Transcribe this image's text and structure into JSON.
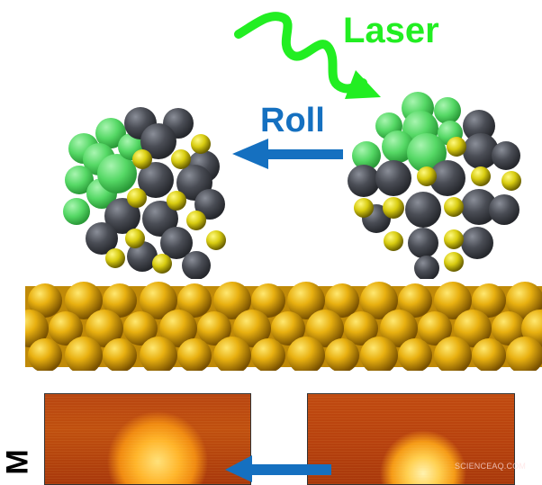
{
  "figure": {
    "labels": {
      "laser": "Laser",
      "roll": "Roll",
      "stm_axis_letter": "M"
    },
    "watermark": "SCIENCEAQ.COM",
    "colors": {
      "laser_green": "#22ee22",
      "roll_blue": "#1570c0",
      "gold_atom": "#e8b010",
      "dark_atom": "#4a4d55",
      "sulfur_atom": "#d8cc10",
      "ligand_green": "#55d865",
      "stm_dark": "#a8380b",
      "stm_bright": "#ffe27a"
    },
    "elements": {
      "laser_wave": "wavy-arrow-pointing-down-right",
      "roll_arrow": "arrow-pointing-left",
      "stm_arrow": "arrow-pointing-left",
      "left_cluster": "nanoparticle-rolled",
      "right_cluster": "nanoparticle-initial",
      "substrate": "gold-atom-surface",
      "stm_images": [
        "stm-image-after",
        "stm-image-before"
      ]
    }
  }
}
